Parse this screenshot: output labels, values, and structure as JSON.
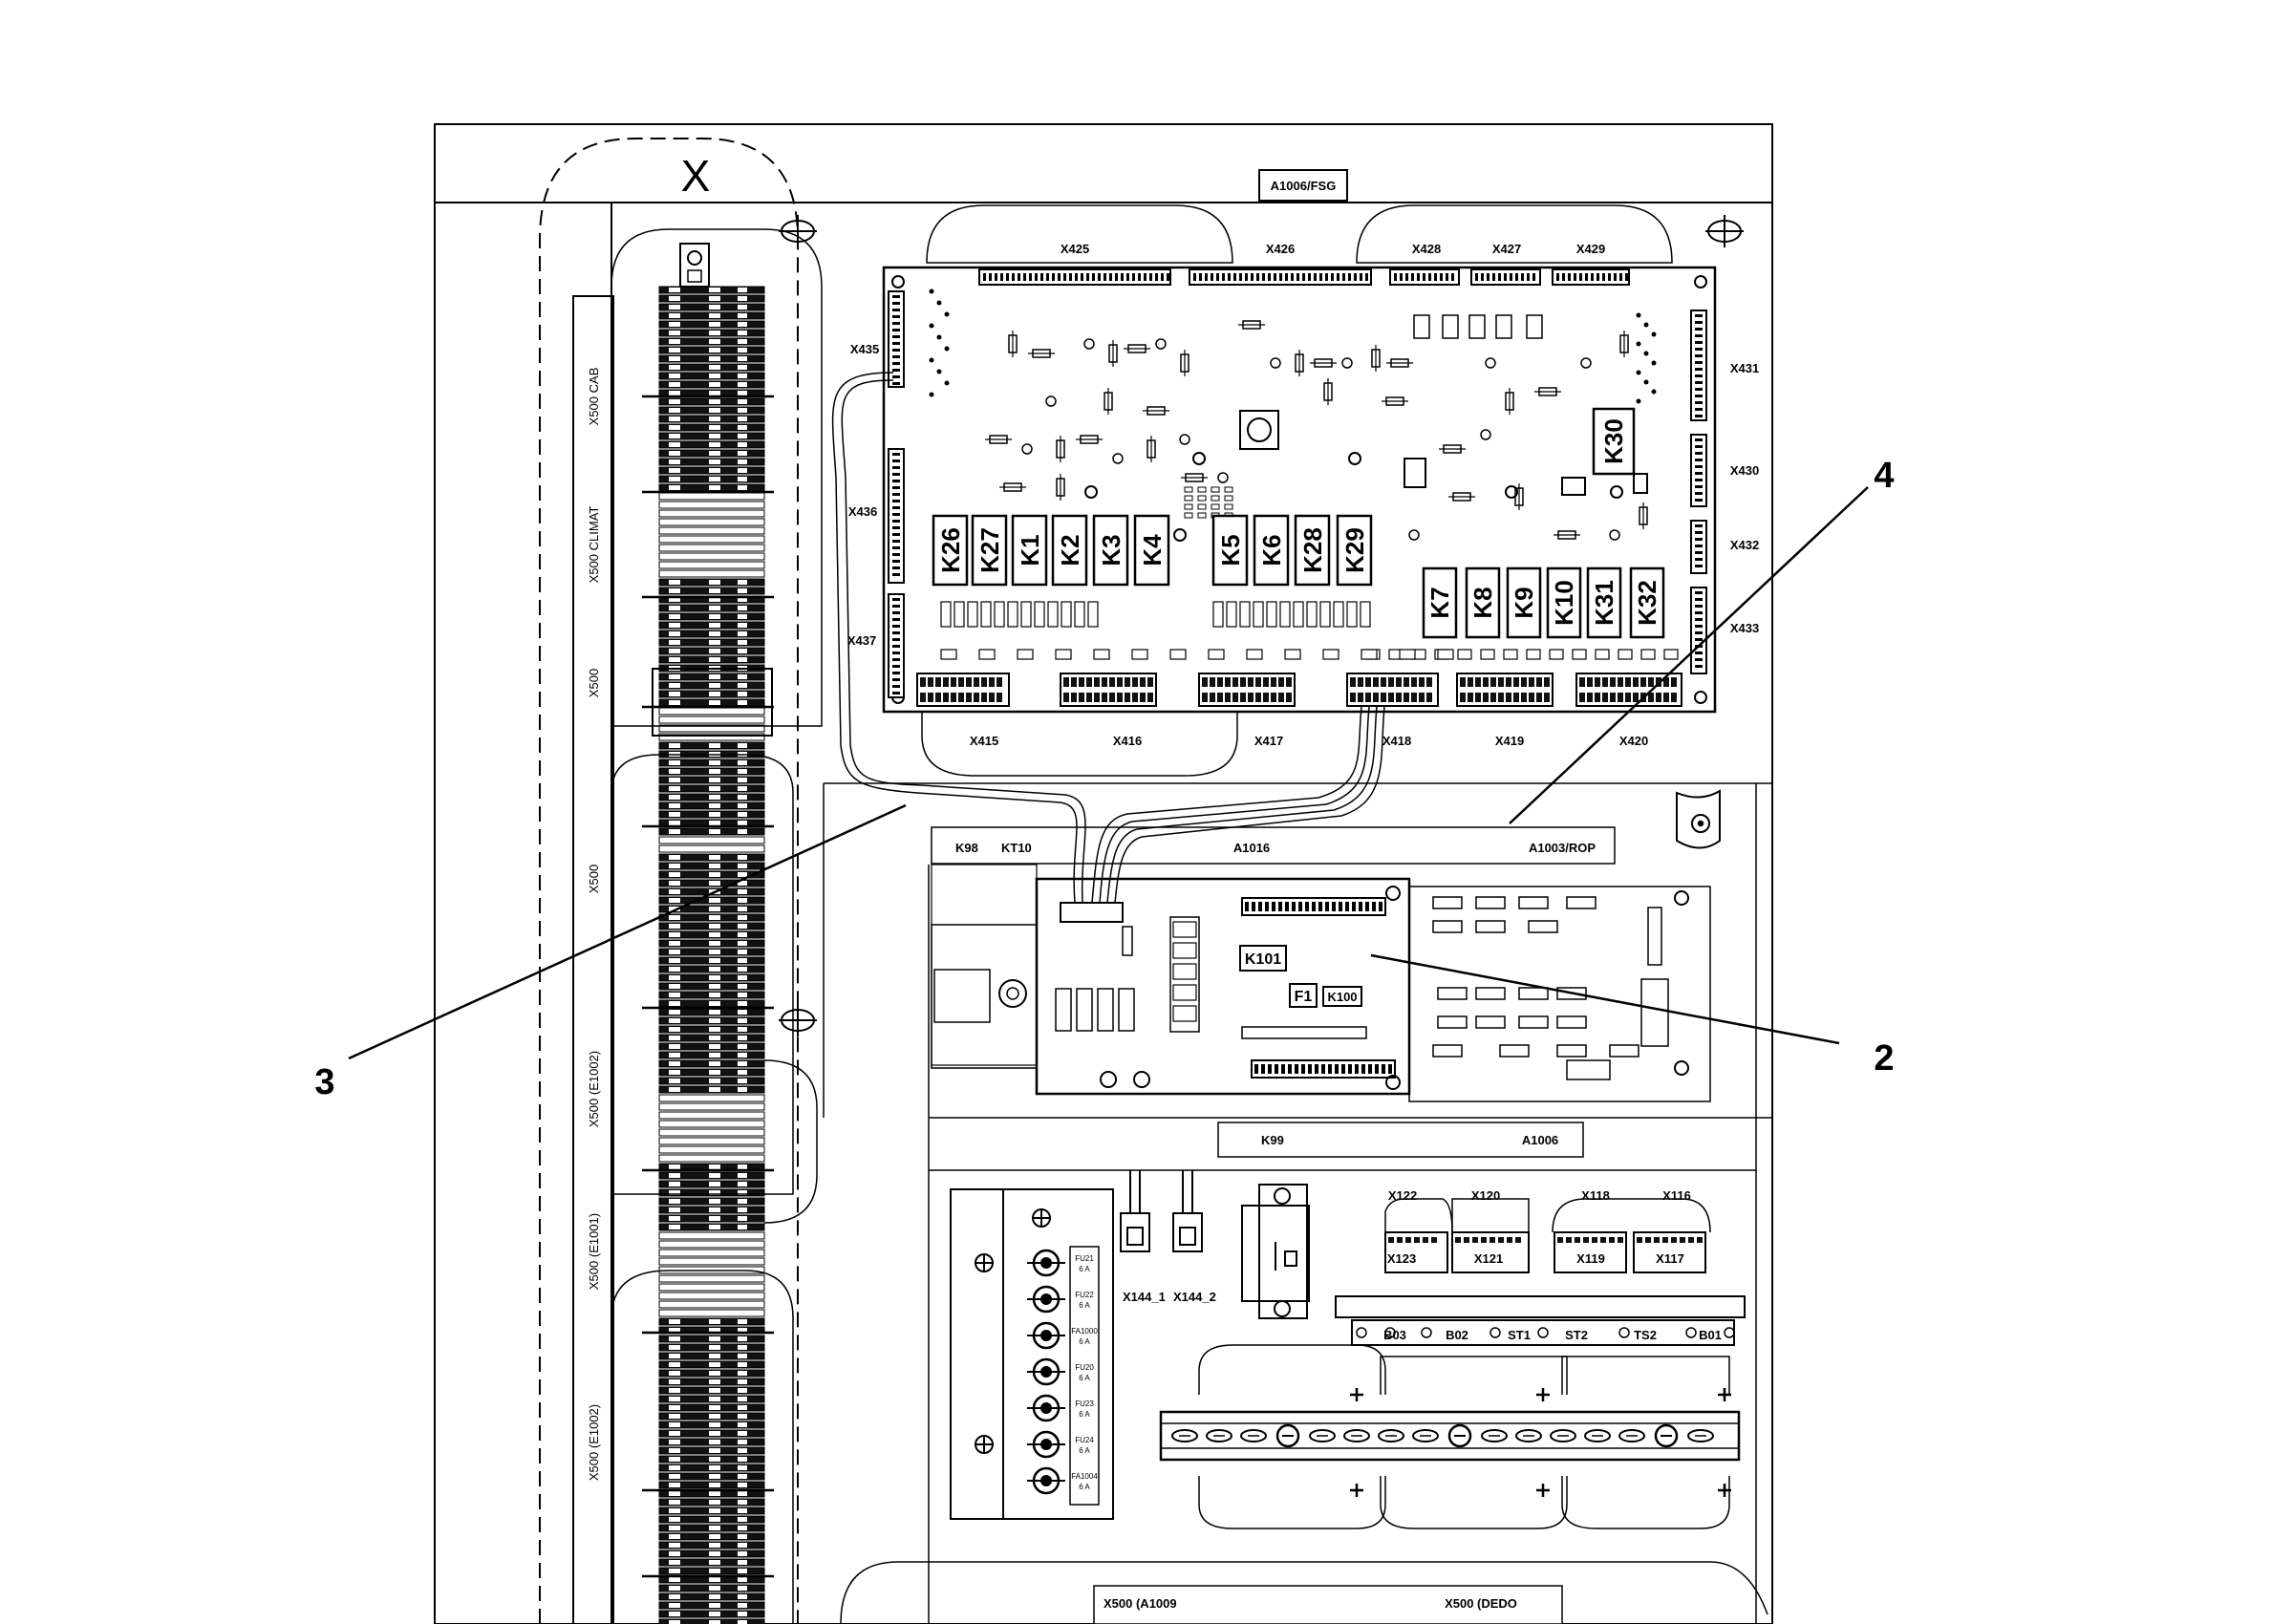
{
  "top_letter": "X",
  "frame_label": "A1006/FSG",
  "board_connectors_top": [
    "X425",
    "X426",
    "X428",
    "X427",
    "X429"
  ],
  "board_connectors_left": [
    "X435",
    "X436",
    "X437"
  ],
  "board_connectors_right": [
    "X431",
    "X430",
    "X432",
    "X433"
  ],
  "board_connectors_bottom": [
    "X415",
    "X416",
    "X417",
    "X418",
    "X419",
    "X420"
  ],
  "relays_upper": [
    "K26",
    "K27",
    "K1",
    "K2",
    "K3",
    "K4",
    "K5",
    "K6",
    "K28",
    "K29"
  ],
  "relays_lower": [
    "K7",
    "K8",
    "K9",
    "K10",
    "K31",
    "K32"
  ],
  "relay_k30": "K30",
  "terminal_strip_labels": [
    "X500 CAB",
    "X500 CLIMAT",
    "X500",
    "X500",
    "X500 (E1002)",
    "X500 (E1001)",
    "X500 (E1002)"
  ],
  "rail_labels_mid": [
    "K98",
    "KT10",
    "A1016",
    "A1003/ROP"
  ],
  "mid_board_labels": [
    "K101",
    "F1",
    "K100"
  ],
  "rail_labels_lower": [
    "K99",
    "A1006"
  ],
  "lower_connectors": [
    "X122",
    "X120",
    "X118",
    "X116",
    "X123",
    "X121",
    "X119",
    "X117"
  ],
  "lower_terminals": [
    "B03",
    "B02",
    "ST1",
    "ST2",
    "TS2",
    "B01"
  ],
  "plug_labels": [
    "X144_1",
    "X144_2"
  ],
  "fuses": [
    {
      "name": "FU21",
      "rating": "6 A"
    },
    {
      "name": "FU22",
      "rating": "6 A"
    },
    {
      "name": "FA1000",
      "rating": "6 A"
    },
    {
      "name": "FU20",
      "rating": "6 A"
    },
    {
      "name": "FU23",
      "rating": "6 A"
    },
    {
      "name": "FU24",
      "rating": "6 A"
    },
    {
      "name": "FA1004",
      "rating": "6 A"
    }
  ],
  "bottom_rail_labels": [
    "X500 (A1009",
    "X500 (DEDO"
  ],
  "callouts": [
    "4",
    "3",
    "2"
  ]
}
